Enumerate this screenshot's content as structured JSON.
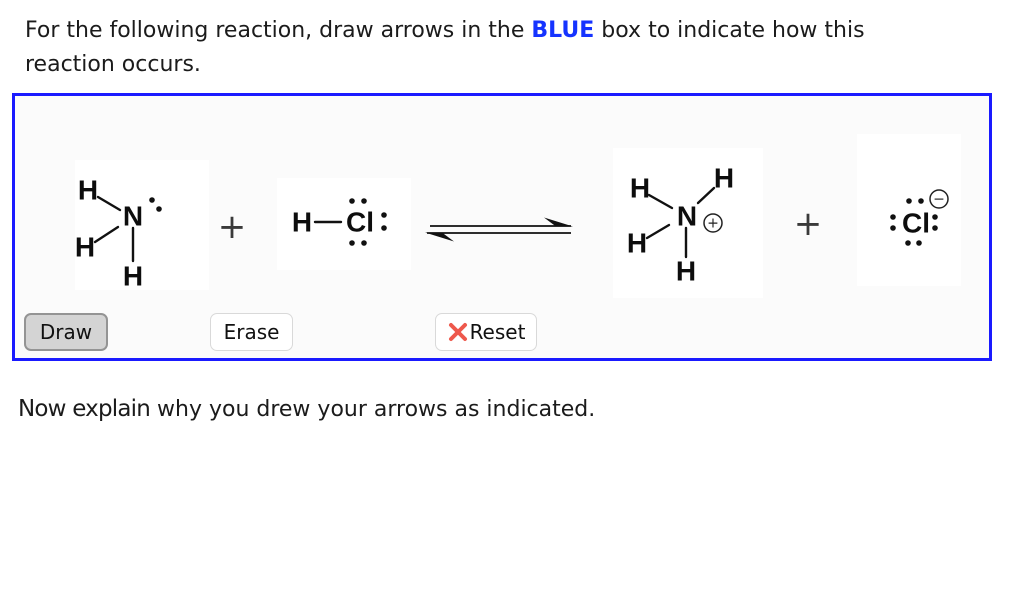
{
  "instruction": {
    "line1_prefix": "For the following reaction, draw arrows in the ",
    "line1_highlight": "BLUE",
    "line1_suffix": " box to indicate how this",
    "line2": "reaction occurs."
  },
  "reaction": {
    "description": "NH3 + HCl reversible reaction giving NH4+ and Cl-",
    "atom_h": "H",
    "atom_n": "N",
    "atom_cl": "Cl",
    "plus": "+",
    "positive_charge": "+",
    "negative_charge": "−",
    "equilibrium_icon": "reversible-harpoon-arrows"
  },
  "toolbar": {
    "draw": "Draw",
    "erase": "Erase",
    "reset": "Reset",
    "reset_icon": "red-x-icon"
  },
  "followup": {
    "lead": "Now explain",
    "rest": " why you drew your arrows as indicated."
  },
  "colors": {
    "box_border": "#1a1aff",
    "highlight_text": "#1533ff",
    "reset_x": "#ee584c",
    "button_active_bg": "#d4d4d4"
  }
}
